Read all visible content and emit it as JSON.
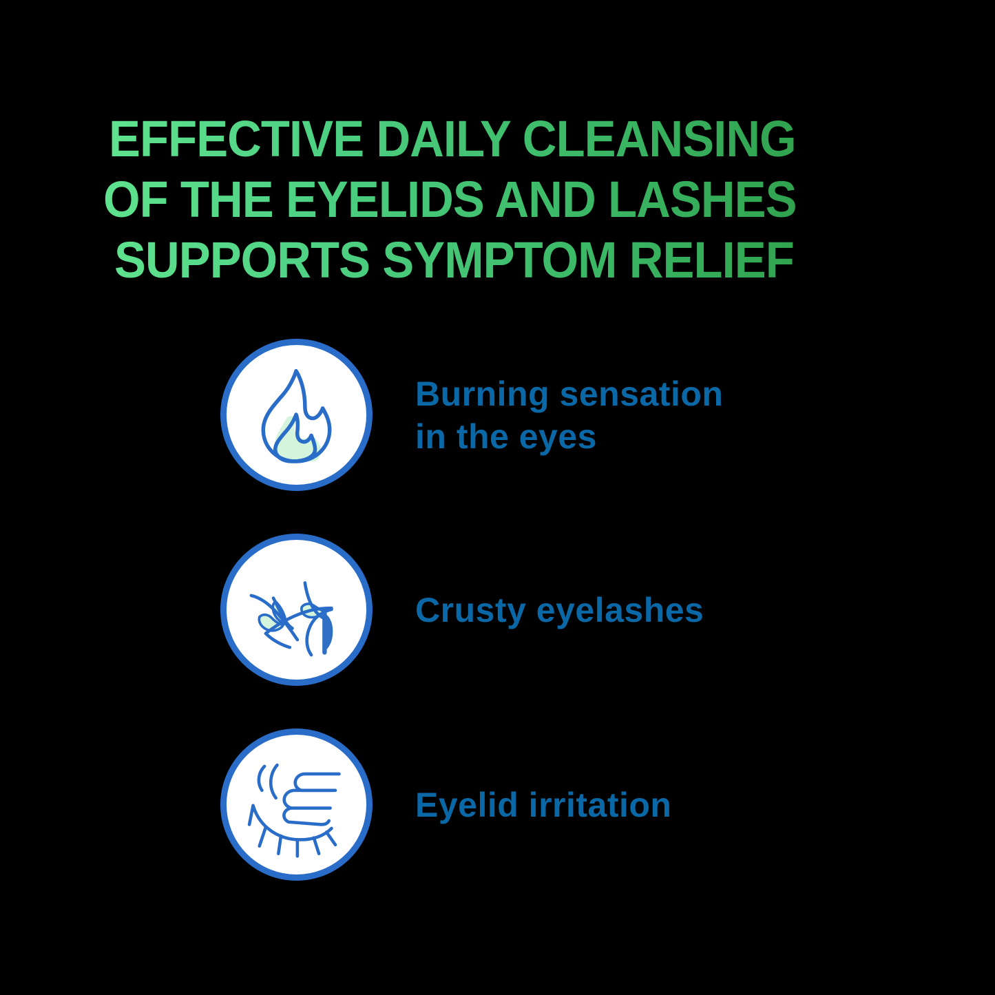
{
  "background_color": "#000000",
  "headline": {
    "color_start": "#5FE28E",
    "color_end": "#2E9E4A",
    "lines": [
      "EFFECTIVE DAILY CLEANSING",
      "OF THE EYELIDS AND LASHES",
      "SUPPORTS SYMPTOM RELIEF"
    ]
  },
  "symptoms": {
    "text_color": "#0B68A6",
    "badge_border_color": "#2A6DC9",
    "badge_fill_color": "#FFFFFF",
    "icon_accent_color": "#D4F5DC",
    "items": [
      {
        "icon": "flame-icon",
        "label_lines": [
          "Burning sensation",
          "in the eyes"
        ]
      },
      {
        "icon": "crusty-eyelashes-icon",
        "label_lines": [
          "Crusty eyelashes"
        ]
      },
      {
        "icon": "eyelid-rubbing-icon",
        "label_lines": [
          "Eyelid irritation"
        ]
      }
    ]
  }
}
